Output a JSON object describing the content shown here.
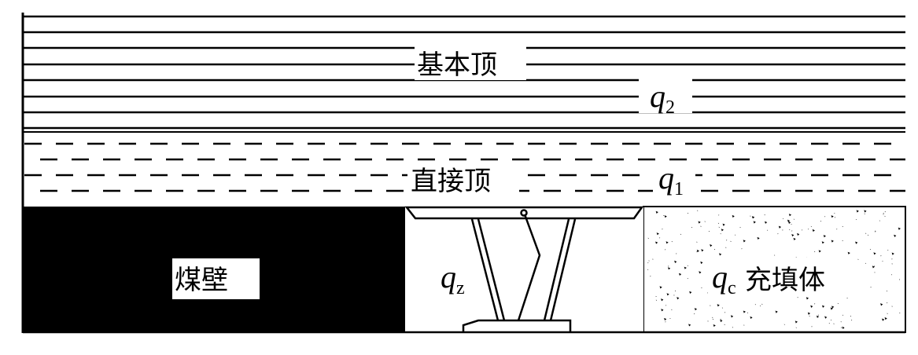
{
  "diagram": {
    "main_roof": {
      "label": "基本顶",
      "load_symbol": "q",
      "load_subscript": "2"
    },
    "immediate_roof": {
      "label": "直接顶",
      "load_symbol": "q",
      "load_subscript": "1"
    },
    "coal_wall": {
      "label": "煤壁"
    },
    "support": {
      "load_symbol": "q",
      "load_subscript": "z"
    },
    "backfill": {
      "label": "充填体",
      "load_symbol": "q",
      "load_subscript": "c"
    }
  }
}
